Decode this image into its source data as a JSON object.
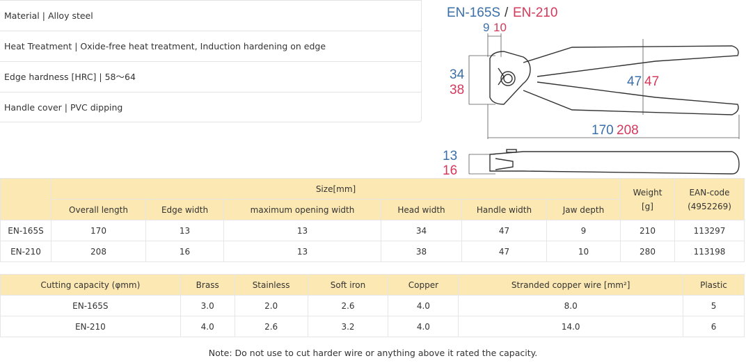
{
  "specs": [
    "Material | Alloy steel",
    "Heat Treatment | Oxide-free heat treatment, Induction hardening on edge",
    "Edge hardness [HRC] | 58～64",
    "Handle cover | PVC dipping"
  ],
  "diagram": {
    "model_a": "EN-165S",
    "slash": "/",
    "model_b": "EN-210",
    "jaw_a": "9",
    "jaw_b": "10",
    "head_a": "34",
    "head_b": "38",
    "handle_a": "47",
    "handle_b": "47",
    "length_a": "170",
    "length_b": "208",
    "edge_a": "13",
    "edge_b": "16",
    "colors": {
      "a": "#3a6fa8",
      "b": "#d4385a"
    }
  },
  "size_table": {
    "group_header": "Size[mm]",
    "weight_header": "Weight\n[g]",
    "ean_header": "EAN-code\n(4952269)",
    "columns": [
      "Overall length",
      "Edge width",
      "maximum opening width",
      "Head width",
      "Handle width",
      "Jaw depth"
    ],
    "rows": [
      {
        "model": "EN-165S",
        "cells": [
          "170",
          "13",
          "13",
          "34",
          "47",
          "9"
        ],
        "weight": "210",
        "ean": "113297"
      },
      {
        "model": "EN-210",
        "cells": [
          "208",
          "16",
          "13",
          "38",
          "47",
          "10"
        ],
        "weight": "280",
        "ean": "113198"
      }
    ]
  },
  "cutting_table": {
    "headers": [
      "Cutting capacity (φmm)",
      "Brass",
      "Stainless",
      "Soft iron",
      "Copper",
      "Stranded copper wire [mm²]",
      "Plastic"
    ],
    "rows": [
      [
        "EN-165S",
        "3.0",
        "2.0",
        "2.6",
        "4.0",
        "8.0",
        "5"
      ],
      [
        "EN-210",
        "4.0",
        "2.6",
        "3.2",
        "4.0",
        "14.0",
        "6"
      ]
    ]
  },
  "note": "Note: Do not use to cut harder wire or anything above it rated the capacity.",
  "theme": {
    "header_bg": "#fce8b2",
    "border": "#e6e6e6"
  }
}
